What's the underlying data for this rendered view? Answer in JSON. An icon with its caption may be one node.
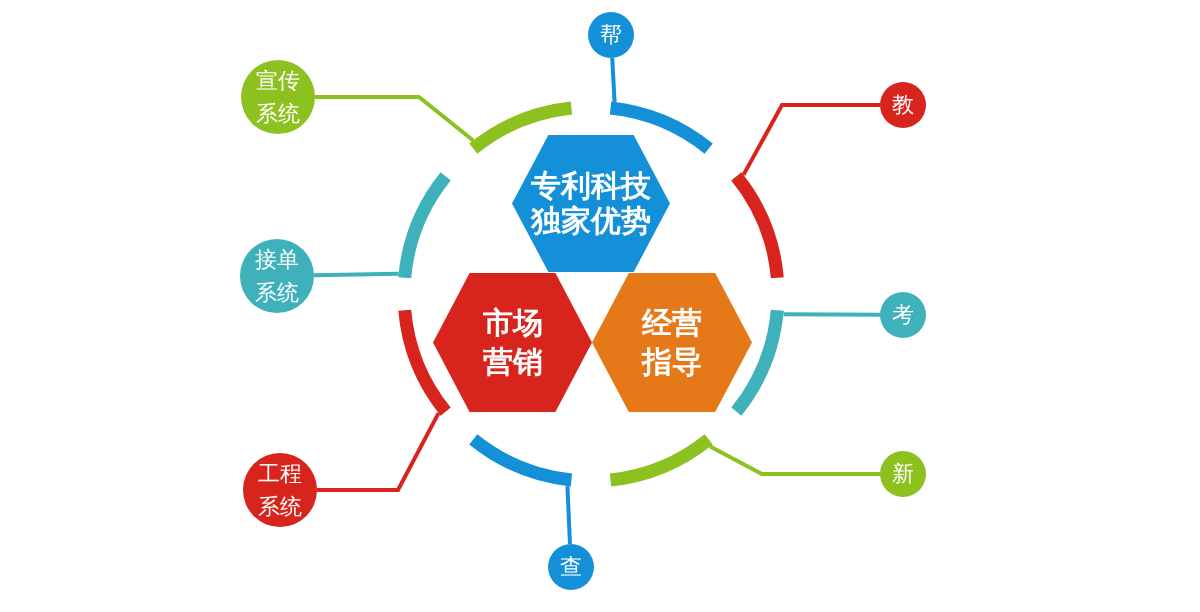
{
  "diagram": {
    "nodes": [
      {
        "text": [
          "帮"
        ]
      },
      {
        "text": [
          "宣传系统"
        ]
      },
      {
        "text": [
          "教"
        ]
      },
      {
        "text": [
          "专利科技独家优势"
        ]
      },
      {
        "text": [
          "接单系统"
        ]
      },
      {
        "text": [
          "考"
        ]
      },
      {
        "text": [
          "市场营销"
        ]
      },
      {
        "text": [
          "经营指导"
        ]
      },
      {
        "text": [
          "新"
        ]
      },
      {
        "text": [
          "工程系统"
        ]
      },
      {
        "text": [
          "查"
        ]
      },
      {
        "text": [],
        "shape": "arc"
      },
      {
        "text": [],
        "shape": "arc"
      },
      {
        "text": [],
        "shape": "arc"
      },
      {
        "text": [],
        "shape": "arc"
      },
      {
        "text": [],
        "shape": "arc"
      },
      {
        "text": [],
        "shape": "arc"
      },
      {
        "text": [],
        "shape": "arc"
      },
      {
        "text": [],
        "shape": "arc"
      }
    ],
    "edges": [
      {
        "from": 1,
        "to": 11,
        "arrow": "none",
        "color": "#8cc11f"
      },
      {
        "from": 0,
        "to": 12,
        "arrow": "none",
        "color": "#1490d8"
      },
      {
        "from": 2,
        "to": 14,
        "arrow": "none",
        "color": "#d7251d"
      },
      {
        "from": 4,
        "to": 13,
        "arrow": "none",
        "color": "#3fb1bb"
      },
      {
        "from": 5,
        "to": 16,
        "arrow": "none",
        "color": "#3fb1bb"
      },
      {
        "from": 9,
        "to": 15,
        "arrow": "none",
        "color": "#d7251d"
      },
      {
        "from": 8,
        "to": 18,
        "arrow": "none",
        "color": "#8cc11f"
      },
      {
        "from": 10,
        "to": 17,
        "arrow": "none",
        "color": "#1490d8"
      }
    ]
  }
}
